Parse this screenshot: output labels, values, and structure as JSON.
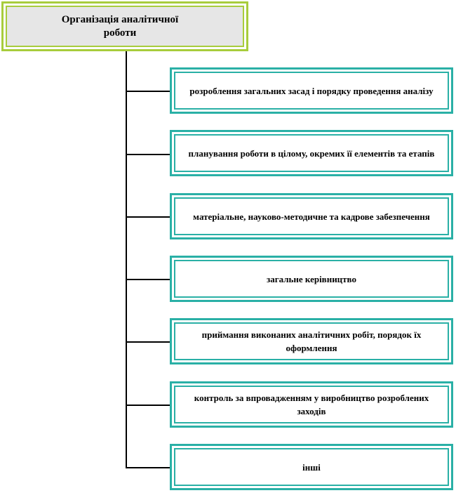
{
  "root": {
    "label": "Організація аналітичної роботи"
  },
  "children": [
    {
      "label": "розроблення  загальних  засад і порядку  проведення аналізу"
    },
    {
      "label": "планування  роботи в цілому,  окремих її елементів та етапів"
    },
    {
      "label": "матеріальне,  науково-методичне  та кадрове забезпечення"
    },
    {
      "label": "загальне  керівництво"
    },
    {
      "label": "приймання  виконаних  аналітичних  робіт, порядок їх оформлення"
    },
    {
      "label": "контроль  за впровадженням  у виробництво розроблених  заходів"
    },
    {
      "label": "інші"
    }
  ],
  "colors": {
    "root_border": "#a8cc3c",
    "root_fill": "#e6e6e6",
    "child_border": "#2ab0a6",
    "connector": "#000000"
  }
}
